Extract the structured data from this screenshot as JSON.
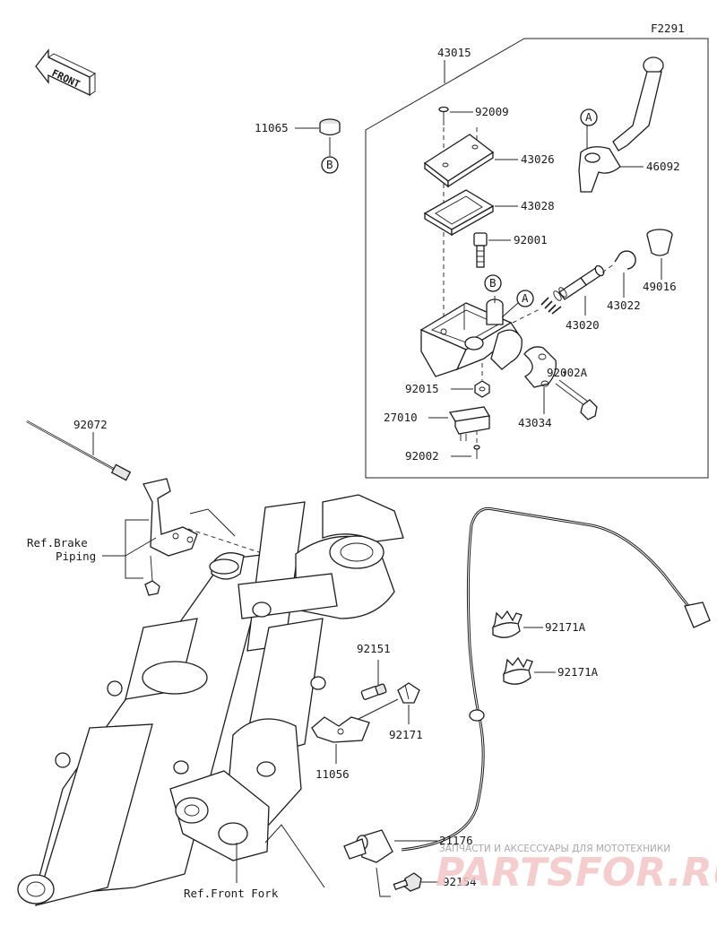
{
  "diagram_code": "F2291",
  "front_label": "FRONT",
  "callouts": {
    "c43015": "43015",
    "c11065": "11065",
    "c92009": "92009",
    "c43026": "43026",
    "c43028": "43028",
    "c92001": "92001",
    "c46092": "46092",
    "c49016": "49016",
    "c43022": "43022",
    "c43020": "43020",
    "c92015": "92015",
    "c27010": "27010",
    "c92002": "92002",
    "c92002A": "92002A",
    "c43034": "43034",
    "c92072": "92072",
    "c92151": "92151",
    "c92171": "92171",
    "c11056": "11056",
    "c92171A_1": "92171A",
    "c92171A_2": "92171A",
    "c21176": "21176",
    "c92154": "92154"
  },
  "refs": {
    "brake_line1": "Ref.Brake",
    "brake_line2": "Piping",
    "fork": "Ref.Front Fork"
  },
  "markers": {
    "a1": "A",
    "a2": "A",
    "b1": "B",
    "b2": "B"
  },
  "watermark": {
    "tagline": "ЗАПЧАСТИ И АКСЕССУАРЫ ДЛЯ МОТОТЕХНИКИ",
    "brand": "PARTSFOR.RU"
  }
}
